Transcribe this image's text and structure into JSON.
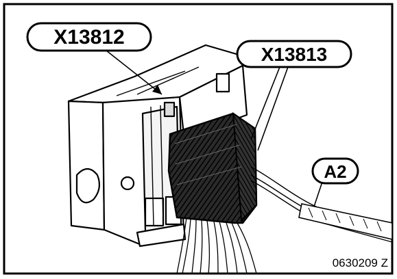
{
  "callouts": {
    "connector_main": "X13812",
    "connector_plug": "X13813",
    "harness": "A2"
  },
  "figure_ref": "0630209 Z",
  "colors": {
    "ink": "#000000",
    "paper": "#ffffff",
    "plug_fill": "#1a1a1a"
  }
}
